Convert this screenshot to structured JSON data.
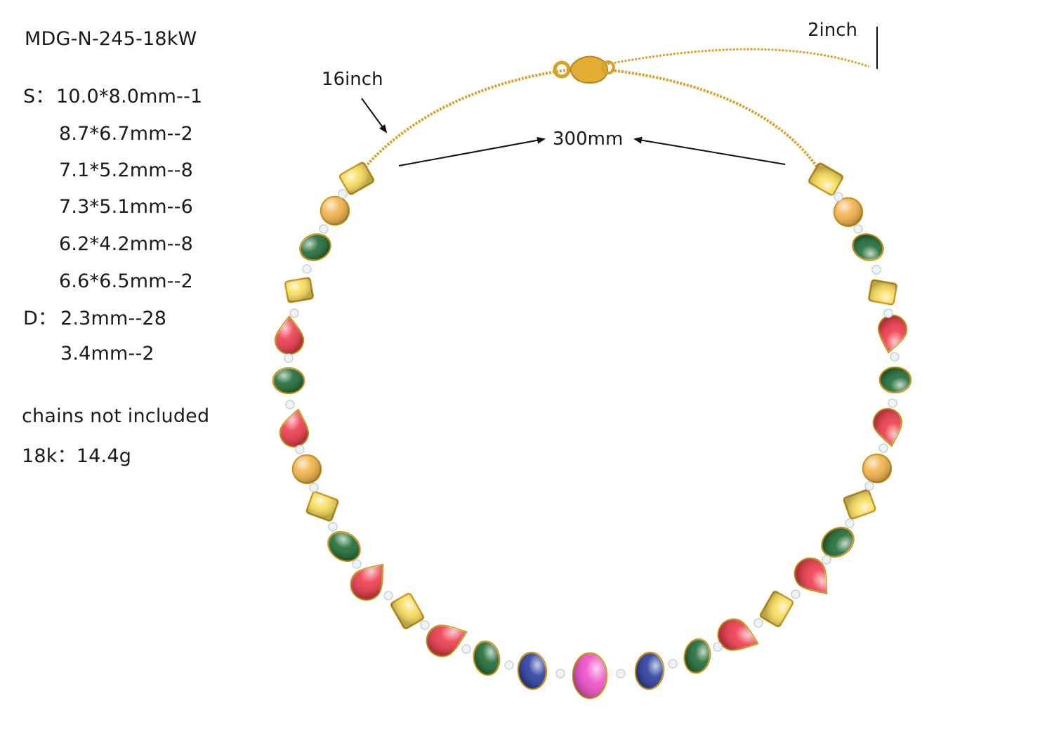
{
  "specs": {
    "model": "MDG-N-245-18kW",
    "stone_s_prefix": "S：",
    "stone_s": [
      "10.0*8.0mm--1",
      "8.7*6.7mm--2",
      "7.1*5.2mm--8",
      "7.3*5.1mm--6",
      "6.2*4.2mm--8",
      "6.6*6.5mm--2"
    ],
    "stone_d_prefix": "D：",
    "stone_d": [
      "2.3mm--28",
      "3.4mm--2"
    ],
    "chains_note": "chains not included",
    "weight": "18k：14.4g"
  },
  "annotations": {
    "length_main": "16inch",
    "length_extension": "2inch",
    "inner_width": "300mm"
  },
  "colors": {
    "gold": "#d9a227",
    "yellow": "#f7dc5a",
    "orange": "#f2b24a",
    "green": "#1f6b35",
    "red": "#ee3a4c",
    "blue": "#2a3d9e",
    "pink": "#f04ec8",
    "diamond": "#eef3f6"
  }
}
